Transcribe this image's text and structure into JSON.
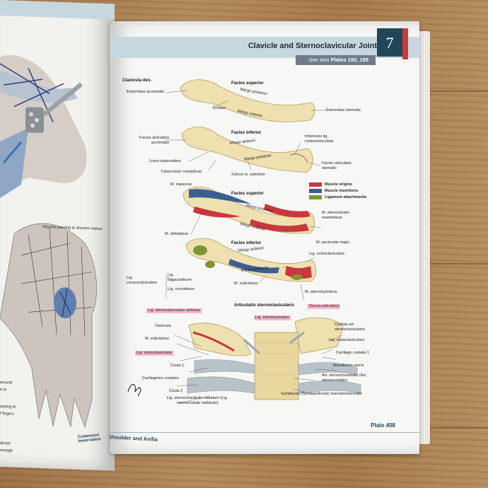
{
  "header": {
    "title": "Clavicle and Sternoclavicular Joint",
    "chapter": "7",
    "see_also_prefix": "See also",
    "see_also_plates": "Plates 192, 195"
  },
  "figure": {
    "side_title": "Clavicula dex.",
    "view1": {
      "heading": "Facies superior",
      "labels": [
        "Extremitas acromialis",
        "Margo posterior",
        "Corpus",
        "Margo anterior",
        "Extremitas sternalis"
      ]
    },
    "view2": {
      "heading": "Facies inferior",
      "labels": [
        "Facies articularis acromialis",
        "Margo anterior",
        "Impressio lig. costoclavicularis",
        "Linea trapezoidea",
        "Margo posterior",
        "Facies articularis sternalis",
        "Tuberculum conoideum",
        "Sulcus m. subclavii"
      ]
    },
    "legend": [
      {
        "label": "Muscle origins",
        "color": "#c8383c"
      },
      {
        "label": "Muscle insertions",
        "color": "#3c5f92"
      },
      {
        "label": "Ligament attachments",
        "color": "#7d9632"
      }
    ],
    "view3": {
      "heading": "Facies superior",
      "labels": [
        "M. trapezius",
        "Margo posterior",
        "M. sternocleido-mastoideus",
        "Margo anterior",
        "M. deltoideus"
      ]
    },
    "view4": {
      "heading": "Facies inferior",
      "labels": [
        "M. pectoralis major",
        "Margo anterior",
        "Lig. costoclaviculare",
        "Lig. coracoclaviculare",
        "Lig. trapezoideum",
        "Margo posterior",
        "Lig. conoideum",
        "M. subclavius",
        "M. sternohyoideus"
      ]
    },
    "joint": {
      "heading": "Articulatio sternoclavicularis",
      "labels_left": [
        "Lig. sternoclaviculare anterius",
        "Clavicula",
        "M. subclavius",
        "Lig. costoclaviculare",
        "Costa 1",
        "Cartilagines costales",
        "Costa 2",
        "Lig. sternochondrale radiatum (Lig. sternocostale radiatum)"
      ],
      "labels_center": [
        "Lig. interclaviculare",
        "Discus articularis"
      ],
      "labels_right": [
        "Cavitas art. sternoclavicularis",
        "Lig. costoclaviculare",
        "Cartilago costalis 1",
        "Manubrium sterni",
        "Art. sternochondralis (Art. sternocostalis)",
        "Symphysis (Synchondrosis) manubriosternalis"
      ]
    }
  },
  "footer": {
    "plate": "Plate 408",
    "section": "Shoulder and Axilla"
  },
  "left_page": {
    "labels": [
      "Vessels passing to dorsum manus",
      "around",
      "e to",
      "assing to",
      "f fingers",
      "dicate",
      "essage"
    ],
    "footer": "Cutaneous Innervation"
  },
  "colors": {
    "header_band": "#c7d7e0",
    "chapter_box": "#214658",
    "bone": "#efe0b0",
    "cartilage": "#b8c3c9"
  }
}
